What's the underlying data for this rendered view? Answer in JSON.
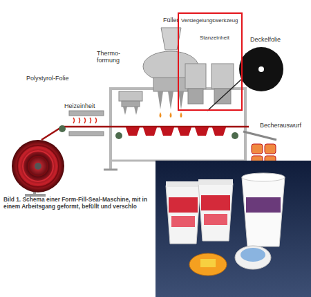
{
  "diagram": {
    "caption": "Bild 1. Schema einer Form-Fill-Seal-Maschine, mit in einem Arbeitsgang geformt, befüllt und verschlo",
    "nodes": [
      {
        "text": [
          "Versiegelungswerkzeug",
          "Stanzeinheit"
        ]
      }
    ],
    "labels": [
      "Polystyrol-Folie",
      "Heizeinheit",
      "Thermo- formung",
      "Füller",
      "Deckelfolie",
      "Becherauswurf"
    ]
  }
}
